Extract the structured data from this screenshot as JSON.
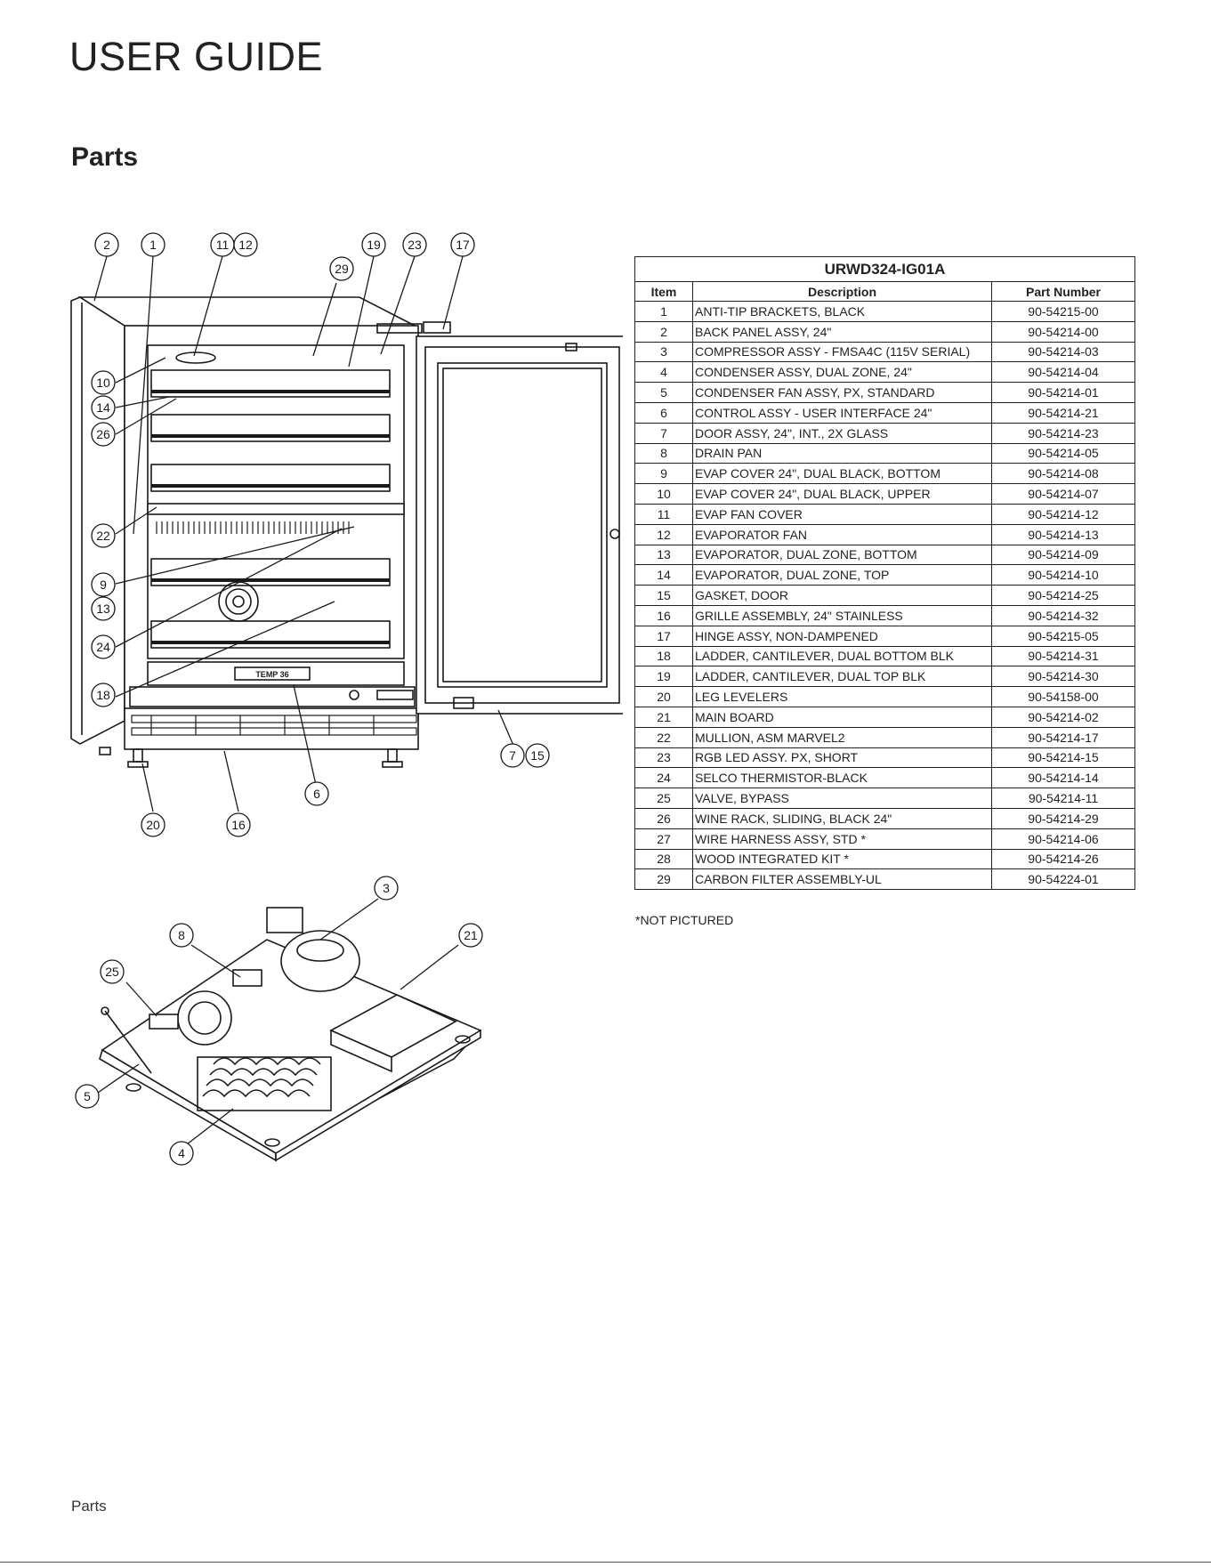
{
  "header": {
    "title": "USER GUIDE"
  },
  "section": {
    "title": "Parts"
  },
  "parts_table": {
    "model": "URWD324-IG01A",
    "columns": [
      "Item",
      "Description",
      "Part Number"
    ],
    "rows": [
      [
        "1",
        "ANTI-TIP BRACKETS, BLACK",
        "90-54215-00"
      ],
      [
        "2",
        "BACK PANEL ASSY, 24\"",
        "90-54214-00"
      ],
      [
        "3",
        "COMPRESSOR ASSY - FMSA4C (115V SERIAL)",
        "90-54214-03"
      ],
      [
        "4",
        "CONDENSER ASSY, DUAL ZONE, 24\"",
        "90-54214-04"
      ],
      [
        "5",
        "CONDENSER FAN ASSY, PX, STANDARD",
        "90-54214-01"
      ],
      [
        "6",
        "CONTROL ASSY - USER INTERFACE 24\"",
        "90-54214-21"
      ],
      [
        "7",
        "DOOR ASSY, 24\", INT., 2X GLASS",
        "90-54214-23"
      ],
      [
        "8",
        "DRAIN PAN",
        "90-54214-05"
      ],
      [
        "9",
        "EVAP COVER 24\", DUAL BLACK, BOTTOM",
        "90-54214-08"
      ],
      [
        "10",
        "EVAP COVER 24\", DUAL BLACK, UPPER",
        "90-54214-07"
      ],
      [
        "11",
        "EVAP FAN COVER",
        "90-54214-12"
      ],
      [
        "12",
        "EVAPORATOR FAN",
        "90-54214-13"
      ],
      [
        "13",
        "EVAPORATOR, DUAL ZONE, BOTTOM",
        "90-54214-09"
      ],
      [
        "14",
        "EVAPORATOR, DUAL ZONE, TOP",
        "90-54214-10"
      ],
      [
        "15",
        "GASKET, DOOR",
        "90-54214-25"
      ],
      [
        "16",
        "GRILLE ASSEMBLY, 24\" STAINLESS",
        "90-54214-32"
      ],
      [
        "17",
        "HINGE ASSY, NON-DAMPENED",
        "90-54215-05"
      ],
      [
        "18",
        "LADDER, CANTILEVER, DUAL BOTTOM BLK",
        "90-54214-31"
      ],
      [
        "19",
        "LADDER, CANTILEVER, DUAL TOP BLK",
        "90-54214-30"
      ],
      [
        "20",
        "LEG LEVELERS",
        "90-54158-00"
      ],
      [
        "21",
        "MAIN BOARD",
        "90-54214-02"
      ],
      [
        "22",
        "MULLION, ASM MARVEL2",
        "90-54214-17"
      ],
      [
        "23",
        "RGB LED ASSY. PX, SHORT",
        "90-54214-15"
      ],
      [
        "24",
        "SELCO THERMISTOR-BLACK",
        "90-54214-14"
      ],
      [
        "25",
        "VALVE, BYPASS",
        "90-54214-11"
      ],
      [
        "26",
        "WINE RACK, SLIDING, BLACK 24\"",
        "90-54214-29"
      ],
      [
        "27",
        "WIRE HARNESS ASSY, STD *",
        "90-54214-06"
      ],
      [
        "28",
        "WOOD INTEGRATED KIT *",
        "90-54214-26"
      ],
      [
        "29",
        "CARBON FILTER ASSEMBLY-UL",
        "90-54224-01"
      ]
    ]
  },
  "note": "*NOT PICTURED",
  "diagram": {
    "display_text": "TEMP 36",
    "callouts": [
      "2",
      "1",
      "11",
      "12",
      "19",
      "23",
      "17",
      "29",
      "10",
      "14",
      "26",
      "22",
      "9",
      "13",
      "24",
      "18",
      "7",
      "15",
      "6",
      "20",
      "16",
      "3",
      "8",
      "21",
      "25",
      "5",
      "4"
    ]
  },
  "footer": {
    "label": "Parts"
  }
}
